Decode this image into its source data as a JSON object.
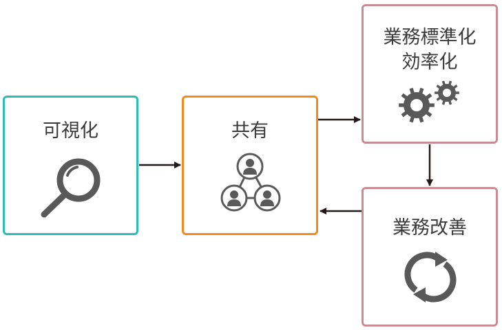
{
  "nodes": {
    "visualize": {
      "label": "可視化",
      "color": "#2bbdb3",
      "icon": "search-icon"
    },
    "share": {
      "label": "共有",
      "color": "#f0891e",
      "icon": "people-network-icon"
    },
    "standardize": {
      "label_line1": "業務標準化",
      "label_line2": "効率化",
      "color": "#c98b94",
      "icon": "gears-icon"
    },
    "improve": {
      "label": "業務改善",
      "color": "#c98b94",
      "icon": "refresh-cycle-icon"
    }
  },
  "icon_color": "#595959",
  "arrow_color": "#231815"
}
